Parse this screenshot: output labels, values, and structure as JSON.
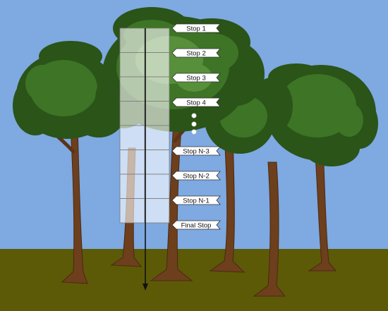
{
  "colors": {
    "sky": "#7ea9e1",
    "ground": "#5c5a06",
    "foliage_dark": "#2a5418",
    "foliage_mid": "#3d7426",
    "foliage_light": "#578f3a",
    "trunk": "#6d3f1d",
    "trunk_dark": "#4a2912",
    "ladder_fill": "#ffffff",
    "ladder_line": "#7a7a7a",
    "arrow": "#111111",
    "tag_fill": "#ffffff",
    "tag_stroke": "#333333"
  },
  "ladder": {
    "rungs": 8
  },
  "stops": [
    {
      "label": "Stop 1"
    },
    {
      "label": "Stop 2"
    },
    {
      "label": "Stop 3"
    },
    {
      "label": "Stop 4"
    },
    {
      "label": "Stop N-3"
    },
    {
      "label": "Stop N-2"
    },
    {
      "label": "Stop N-1"
    },
    {
      "label": "Final Stop"
    }
  ],
  "continuation": {
    "dots": 3
  }
}
